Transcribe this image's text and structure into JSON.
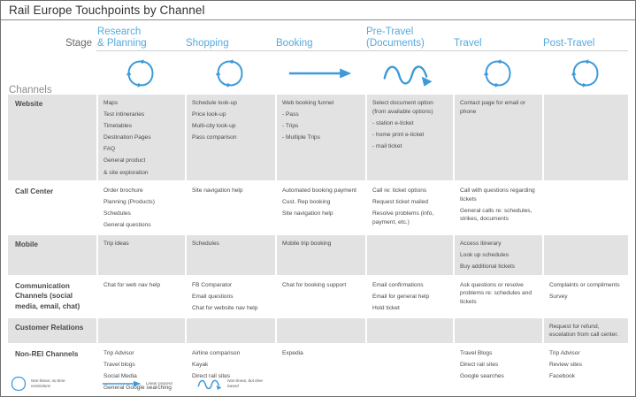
{
  "document": {
    "title": "Rail Europe Touchpoints by Channel"
  },
  "header": {
    "stage_label": "Stage",
    "channels_label": "Channels",
    "accent_color": "#56a9de",
    "stages": [
      {
        "name": "Research\n& Planning",
        "line1": "Research",
        "line2": "& Planning",
        "icon": "circular-arrow-icon"
      },
      {
        "name": "Shopping",
        "line1": "Shopping",
        "line2": "",
        "icon": "circular-arrow-icon"
      },
      {
        "name": "Booking",
        "line1": "Booking",
        "line2": "",
        "icon": "straight-arrow-icon"
      },
      {
        "name": "Pre-Travel (Documents)",
        "line1": "Pre-Travel",
        "line2": "(Documents)",
        "icon": "wave-arrow-icon"
      },
      {
        "name": "Travel",
        "line1": "Travel",
        "line2": "",
        "icon": "circular-arrow-icon"
      },
      {
        "name": "Post-Travel",
        "line1": "Post-Travel",
        "line2": "",
        "icon": "circular-arrow-icon"
      }
    ]
  },
  "rows": [
    {
      "channel": "Website",
      "shaded": true,
      "cells": [
        [
          "Maps",
          "Test intineraries",
          "Timetables",
          "Destination Pages",
          "FAQ",
          "General product",
          "& site exploration"
        ],
        [
          "Schedule look-up",
          "Price look-up",
          "Multi-city look-up",
          "Pass comparison"
        ],
        [
          "Web booking funnel",
          "- Pass",
          "- Trips",
          "- Multiple Trips"
        ],
        [
          "Select document option (from available options)",
          "- station e-ticket",
          "- home print e-ticket",
          "- mail ticket"
        ],
        [
          "Contact page for email or phone"
        ],
        []
      ]
    },
    {
      "channel": "Call Center",
      "shaded": false,
      "cells": [
        [
          "Order brochure",
          "Planning (Products)",
          "Schedules",
          "General questions"
        ],
        [
          "Site navigation help"
        ],
        [
          "Automated booking payment",
          "Cust. Rep booking",
          "Site navigation help"
        ],
        [
          "Call re: ticket options",
          "Request ticket mailed",
          "Resolve problems (info, payment, etc.)"
        ],
        [
          "Call with questions regarding tickets",
          "General calls re: schedules, strikes, documents"
        ],
        []
      ]
    },
    {
      "channel": "Mobile",
      "shaded": true,
      "cells": [
        [
          "Trip ideas"
        ],
        [
          "Schedules"
        ],
        [
          "Mobile trip booking"
        ],
        [],
        [
          "Access itinerary",
          "Look up schedules",
          "Buy additional tickets"
        ],
        []
      ]
    },
    {
      "channel": "Communication Channels (social media, email, chat)",
      "shaded": false,
      "cells": [
        [
          "Chat for web nav help"
        ],
        [
          "FB Comparator",
          "Email questions",
          "Chat for website nav help"
        ],
        [
          "Chat for booking support"
        ],
        [
          "Email confirmations",
          "Email for general help",
          "Hold ticket"
        ],
        [
          "Ask questions or resolve problems re: schedules and tickets"
        ],
        [
          "Complaints or compliments",
          "Survey"
        ]
      ]
    },
    {
      "channel": "Customer Relations",
      "shaded": true,
      "cells": [
        [],
        [],
        [],
        [],
        [],
        [
          "Request for refund, escelation from call center."
        ]
      ]
    },
    {
      "channel": "Non-REI Channels",
      "shaded": false,
      "cells": [
        [
          "Trip Advisor",
          "Travel blogs",
          "Social Media",
          "General Google searching"
        ],
        [
          "Airline comparison",
          "Kayak",
          "Direct rail sites"
        ],
        [
          "Expedia"
        ],
        [],
        [
          "Travel Blogs",
          "Direct rail sites",
          "Google searches"
        ],
        [
          "Trip Advisor",
          "Review sites",
          "Facebook"
        ]
      ]
    }
  ],
  "legend": [
    {
      "icon": "circular-arrow-icon",
      "text": "Non-linear, no time restrictions"
    },
    {
      "icon": "straight-arrow-icon",
      "text": "Linear process"
    },
    {
      "icon": "wave-arrow-icon",
      "text": "Non-linear, but time based"
    }
  ]
}
